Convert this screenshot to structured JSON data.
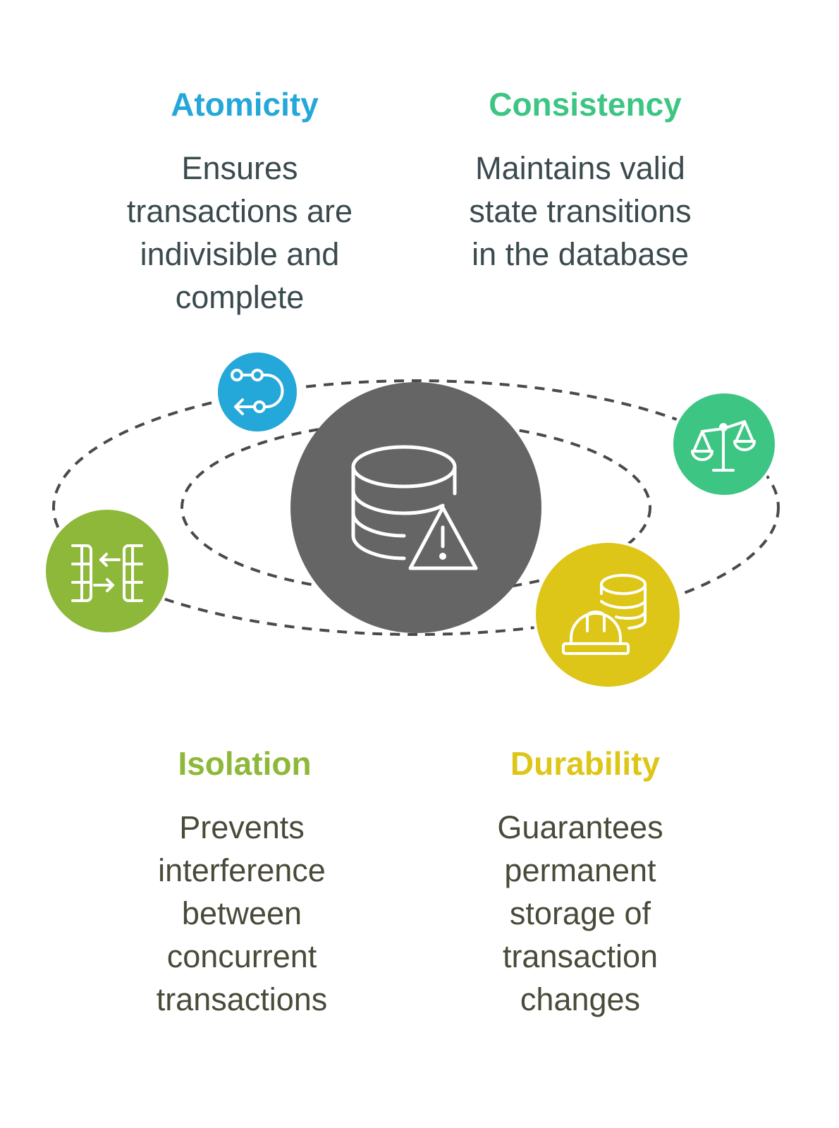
{
  "colors": {
    "atomicity": "#24a7d9",
    "consistency": "#3dc583",
    "isolation": "#8db83a",
    "durability": "#ddc617",
    "center": "#656565",
    "orbit": "#4a4a4a"
  },
  "atomicity": {
    "title": "Atomicity",
    "description": "Ensures\ntransactions are\nindivisible and\ncomplete",
    "icon": "flow-path-icon"
  },
  "consistency": {
    "title": "Consistency",
    "description": "Maintains valid\nstate transitions\nin the database",
    "icon": "balance-scale-icon"
  },
  "isolation": {
    "title": "Isolation",
    "description": "Prevents\ninterference\nbetween\nconcurrent\ntransactions",
    "icon": "table-exchange-icon"
  },
  "durability": {
    "title": "Durability",
    "description": "Guarantees\npermanent\nstorage of\ntransaction\nchanges",
    "icon": "database-hardhat-icon"
  },
  "center": {
    "icon": "database-warning-icon"
  }
}
